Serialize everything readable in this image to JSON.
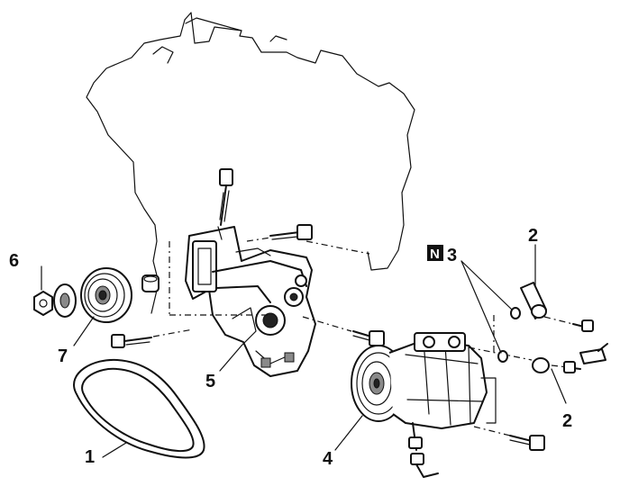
{
  "callouts": [
    {
      "id": "c1",
      "label": "1"
    },
    {
      "id": "c2a",
      "label": "2"
    },
    {
      "id": "c2b",
      "label": "2"
    },
    {
      "id": "c3",
      "label": "3"
    },
    {
      "id": "c4",
      "label": "4"
    },
    {
      "id": "c5",
      "label": "5"
    },
    {
      "id": "c6",
      "label": "6"
    },
    {
      "id": "c7",
      "label": "7"
    }
  ],
  "new_part_badge": "N",
  "parts": [
    "engine-outline",
    "drive-belt",
    "pulley",
    "washer",
    "nut",
    "bracket",
    "compressor",
    "bolts",
    "o-rings"
  ]
}
